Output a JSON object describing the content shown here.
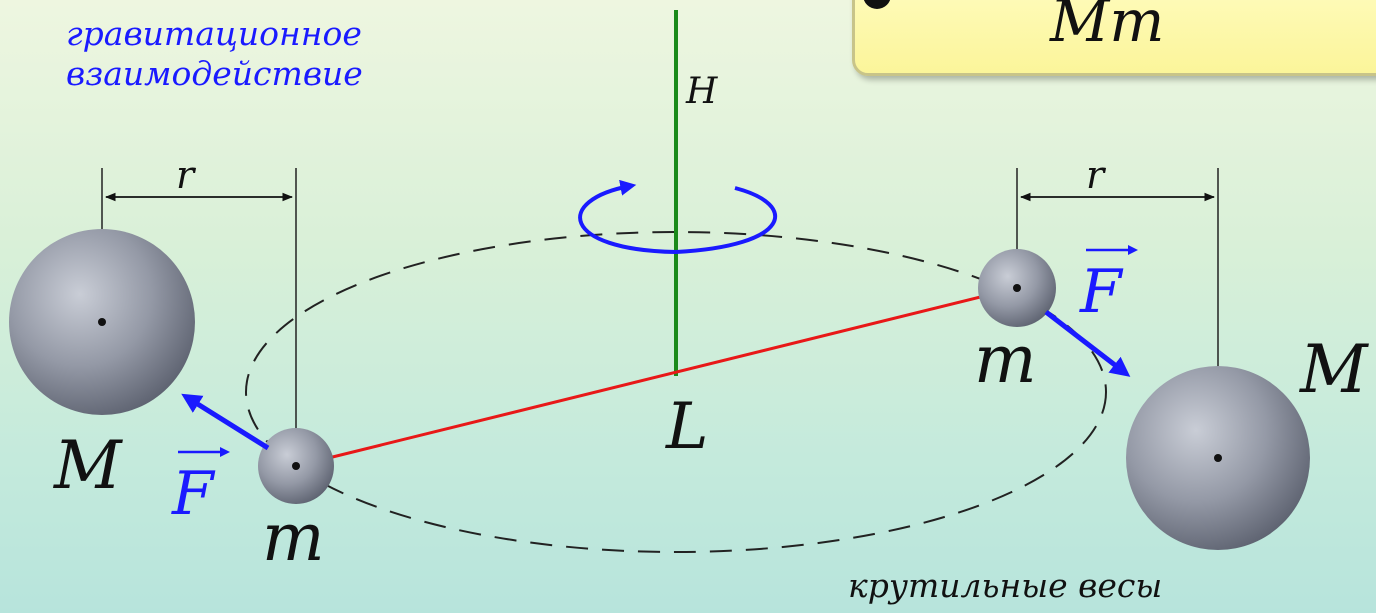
{
  "title": {
    "line1": "гравитационное",
    "line2": "взаимодействие"
  },
  "caption": "крутильные весы",
  "formula": {
    "denominator": "Mm"
  },
  "labels": {
    "axis": "H",
    "rod_center": "L",
    "distance_left": "r",
    "distance_right": "r",
    "big_mass_left": "M",
    "big_mass_right": "M",
    "small_mass_left": "m",
    "small_mass_right": "m",
    "force_left": "F",
    "force_right": "F"
  },
  "colors": {
    "title_text": "#1a1aff",
    "axis": "#1a8a1a",
    "rod": "#e81818",
    "force_vector": "#1a1aff",
    "rotation_arrow": "#1a1aff",
    "orbit": "#222222"
  }
}
